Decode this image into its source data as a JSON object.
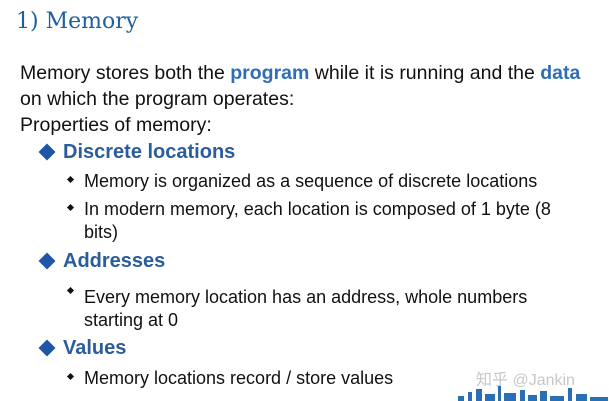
{
  "title": "1) Memory",
  "intro": {
    "p1": "Memory stores both the ",
    "kw1": "program",
    "p2": " while it is running and the ",
    "kw2": "data",
    "p3": " on which the program operates:",
    "p4": "Properties of memory:"
  },
  "sections": [
    {
      "heading": "Discrete locations",
      "bullets": [
        "Memory is organized as a sequence of discrete locations",
        "In modern memory, each location is composed of 1 byte (8 bits)"
      ]
    },
    {
      "heading": "Addresses",
      "bullets": [
        " Every memory location has an address, whole numbers starting at 0"
      ]
    },
    {
      "heading": "Values",
      "bullets": [
        "Memory locations record / store values"
      ]
    }
  ],
  "watermark": "知乎 @Jankin",
  "colors": {
    "title": "#1f5f9e",
    "keyword": "#2f6eb7",
    "heading": "#2a5d9c",
    "diamond": "#1f56a8"
  }
}
